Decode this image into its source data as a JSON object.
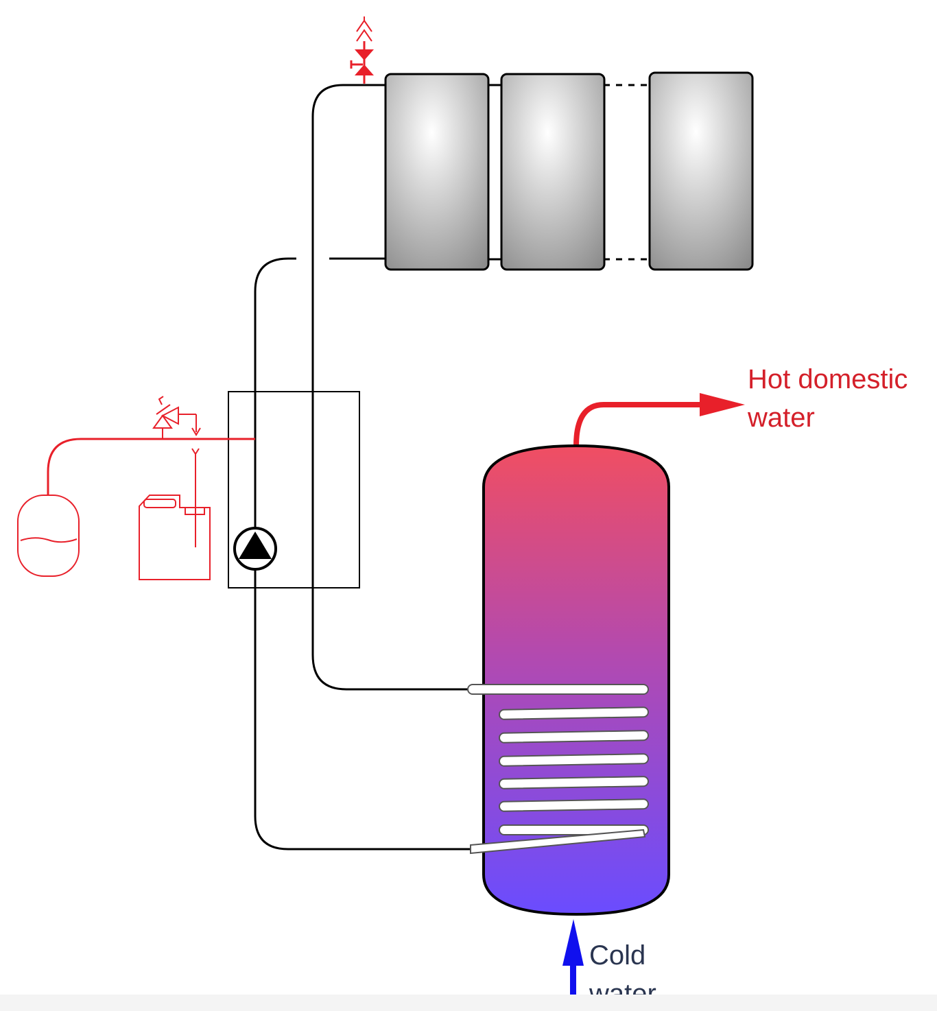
{
  "labels": {
    "hot_line1": "Hot domestic",
    "hot_line2": "water",
    "cold_line1": "Cold",
    "cold_line2": "water"
  },
  "colors": {
    "pipe": "#000000",
    "safety_red": "#e8202a",
    "hot_label": "#d4202a",
    "cold_arrow": "#1010ee",
    "cold_label": "#2a3550",
    "tank_top": "#f04e62",
    "tank_mid": "#b24ab0",
    "tank_bottom": "#6a4cff",
    "collector_dark": "#8c8c8c",
    "collector_light": "#ffffff"
  },
  "icons": [
    "air-vent-icon",
    "shutoff-valve-icon",
    "safety-valve-icon",
    "expansion-vessel-icon",
    "drain-canister-icon",
    "circulation-pump-icon"
  ]
}
